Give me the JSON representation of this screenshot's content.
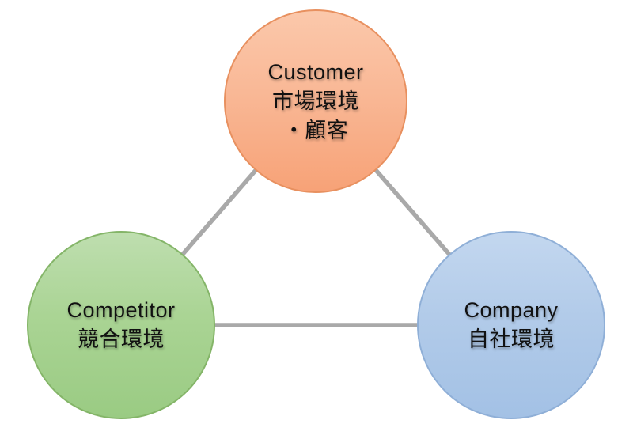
{
  "diagram": {
    "type": "3c-analysis-triangle",
    "connector_color": "#A9A9A9",
    "background_color": "#FFFFFF",
    "nodes": [
      {
        "id": "customer",
        "lines": [
          "Customer",
          "市場環境",
          "・顧客"
        ],
        "fill_top": "#FBC8AB",
        "fill_bottom": "#F7A277",
        "border_color": "#E8905F"
      },
      {
        "id": "competitor",
        "lines": [
          "Competitor",
          "競合環境"
        ],
        "fill_top": "#BEDEAF",
        "fill_bottom": "#9ACB83",
        "border_color": "#84B568"
      },
      {
        "id": "company",
        "lines": [
          "Company",
          "自社環境"
        ],
        "fill_top": "#C3D7EF",
        "fill_bottom": "#A3C1E5",
        "border_color": "#8FAFD7"
      }
    ],
    "connections": [
      [
        "customer",
        "competitor"
      ],
      [
        "customer",
        "company"
      ],
      [
        "competitor",
        "company"
      ]
    ]
  }
}
